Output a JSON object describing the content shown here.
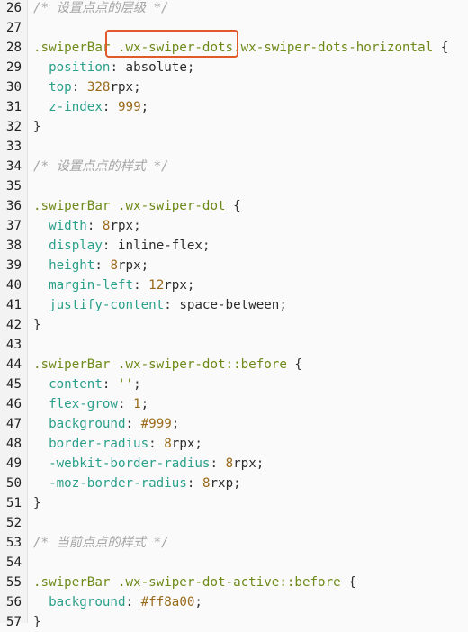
{
  "editor": {
    "lines": [
      {
        "n": "26",
        "tokens": [
          {
            "t": "/* 设置点点的层级 */",
            "k": "comment"
          }
        ]
      },
      {
        "n": "27",
        "tokens": []
      },
      {
        "n": "28",
        "tokens": [
          {
            "t": ".swiperBar ",
            "k": "sel"
          },
          {
            "t": ".wx-swiper-dots.wx-swiper-dots-horizontal",
            "k": "sel"
          },
          {
            "t": " {",
            "k": "punc"
          }
        ]
      },
      {
        "n": "29",
        "tokens": [
          {
            "t": "  ",
            "k": "punc"
          },
          {
            "t": "position",
            "k": "prop"
          },
          {
            "t": ": ",
            "k": "punc"
          },
          {
            "t": "absolute",
            "k": "val"
          },
          {
            "t": ";",
            "k": "punc"
          }
        ]
      },
      {
        "n": "30",
        "tokens": [
          {
            "t": "  ",
            "k": "punc"
          },
          {
            "t": "top",
            "k": "prop"
          },
          {
            "t": ": ",
            "k": "punc"
          },
          {
            "t": "328",
            "k": "num"
          },
          {
            "t": "rpx",
            "k": "val"
          },
          {
            "t": ";",
            "k": "punc"
          }
        ]
      },
      {
        "n": "31",
        "tokens": [
          {
            "t": "  ",
            "k": "punc"
          },
          {
            "t": "z-index",
            "k": "prop"
          },
          {
            "t": ": ",
            "k": "punc"
          },
          {
            "t": "999",
            "k": "num"
          },
          {
            "t": ";",
            "k": "punc"
          }
        ]
      },
      {
        "n": "32",
        "tokens": [
          {
            "t": "}",
            "k": "punc"
          }
        ]
      },
      {
        "n": "33",
        "tokens": []
      },
      {
        "n": "34",
        "tokens": [
          {
            "t": "/* 设置点点的样式 */",
            "k": "comment"
          }
        ]
      },
      {
        "n": "35",
        "tokens": []
      },
      {
        "n": "36",
        "tokens": [
          {
            "t": ".swiperBar .wx-swiper-dot",
            "k": "sel"
          },
          {
            "t": " {",
            "k": "punc"
          }
        ]
      },
      {
        "n": "37",
        "tokens": [
          {
            "t": "  ",
            "k": "punc"
          },
          {
            "t": "width",
            "k": "prop"
          },
          {
            "t": ": ",
            "k": "punc"
          },
          {
            "t": "8",
            "k": "num"
          },
          {
            "t": "rpx",
            "k": "val"
          },
          {
            "t": ";",
            "k": "punc"
          }
        ]
      },
      {
        "n": "38",
        "tokens": [
          {
            "t": "  ",
            "k": "punc"
          },
          {
            "t": "display",
            "k": "prop"
          },
          {
            "t": ": ",
            "k": "punc"
          },
          {
            "t": "inline-flex",
            "k": "val"
          },
          {
            "t": ";",
            "k": "punc"
          }
        ]
      },
      {
        "n": "39",
        "tokens": [
          {
            "t": "  ",
            "k": "punc"
          },
          {
            "t": "height",
            "k": "prop"
          },
          {
            "t": ": ",
            "k": "punc"
          },
          {
            "t": "8",
            "k": "num"
          },
          {
            "t": "rpx",
            "k": "val"
          },
          {
            "t": ";",
            "k": "punc"
          }
        ]
      },
      {
        "n": "40",
        "tokens": [
          {
            "t": "  ",
            "k": "punc"
          },
          {
            "t": "margin-left",
            "k": "prop"
          },
          {
            "t": ": ",
            "k": "punc"
          },
          {
            "t": "12",
            "k": "num"
          },
          {
            "t": "rpx",
            "k": "val"
          },
          {
            "t": ";",
            "k": "punc"
          }
        ]
      },
      {
        "n": "41",
        "tokens": [
          {
            "t": "  ",
            "k": "punc"
          },
          {
            "t": "justify-content",
            "k": "prop"
          },
          {
            "t": ": ",
            "k": "punc"
          },
          {
            "t": "space-between",
            "k": "val"
          },
          {
            "t": ";",
            "k": "punc"
          }
        ]
      },
      {
        "n": "42",
        "tokens": [
          {
            "t": "}",
            "k": "punc"
          }
        ]
      },
      {
        "n": "43",
        "tokens": []
      },
      {
        "n": "44",
        "tokens": [
          {
            "t": ".swiperBar .wx-swiper-dot::before",
            "k": "sel"
          },
          {
            "t": " {",
            "k": "punc"
          }
        ]
      },
      {
        "n": "45",
        "tokens": [
          {
            "t": "  ",
            "k": "punc"
          },
          {
            "t": "content",
            "k": "prop"
          },
          {
            "t": ": ",
            "k": "punc"
          },
          {
            "t": "''",
            "k": "str"
          },
          {
            "t": ";",
            "k": "punc"
          }
        ]
      },
      {
        "n": "46",
        "tokens": [
          {
            "t": "  ",
            "k": "punc"
          },
          {
            "t": "flex-grow",
            "k": "prop"
          },
          {
            "t": ": ",
            "k": "punc"
          },
          {
            "t": "1",
            "k": "num"
          },
          {
            "t": ";",
            "k": "punc"
          }
        ]
      },
      {
        "n": "47",
        "tokens": [
          {
            "t": "  ",
            "k": "punc"
          },
          {
            "t": "background",
            "k": "prop"
          },
          {
            "t": ": ",
            "k": "punc"
          },
          {
            "t": "#999",
            "k": "num"
          },
          {
            "t": ";",
            "k": "punc"
          }
        ]
      },
      {
        "n": "48",
        "tokens": [
          {
            "t": "  ",
            "k": "punc"
          },
          {
            "t": "border-radius",
            "k": "prop"
          },
          {
            "t": ": ",
            "k": "punc"
          },
          {
            "t": "8",
            "k": "num"
          },
          {
            "t": "rpx",
            "k": "val"
          },
          {
            "t": ";",
            "k": "punc"
          }
        ]
      },
      {
        "n": "49",
        "tokens": [
          {
            "t": "  ",
            "k": "punc"
          },
          {
            "t": "-webkit-border-radius",
            "k": "prop"
          },
          {
            "t": ": ",
            "k": "punc"
          },
          {
            "t": "8",
            "k": "num"
          },
          {
            "t": "rpx",
            "k": "val"
          },
          {
            "t": ";",
            "k": "punc"
          }
        ]
      },
      {
        "n": "50",
        "tokens": [
          {
            "t": "  ",
            "k": "punc"
          },
          {
            "t": "-moz-border-radius",
            "k": "prop"
          },
          {
            "t": ": ",
            "k": "punc"
          },
          {
            "t": "8",
            "k": "num"
          },
          {
            "t": "rxp",
            "k": "val"
          },
          {
            "t": ";",
            "k": "punc"
          }
        ]
      },
      {
        "n": "51",
        "tokens": [
          {
            "t": "}",
            "k": "punc"
          }
        ]
      },
      {
        "n": "52",
        "tokens": []
      },
      {
        "n": "53",
        "tokens": [
          {
            "t": "/* 当前点点的样式 */",
            "k": "comment"
          }
        ]
      },
      {
        "n": "54",
        "tokens": []
      },
      {
        "n": "55",
        "tokens": [
          {
            "t": ".swiperBar .wx-swiper-dot-active::before",
            "k": "sel"
          },
          {
            "t": " {",
            "k": "punc"
          }
        ]
      },
      {
        "n": "56",
        "tokens": [
          {
            "t": "  ",
            "k": "punc"
          },
          {
            "t": "background",
            "k": "prop"
          },
          {
            "t": ": ",
            "k": "punc"
          },
          {
            "t": "#ff8a00",
            "k": "num"
          },
          {
            "t": ";",
            "k": "punc"
          }
        ]
      },
      {
        "n": "57",
        "tokens": [
          {
            "t": "}",
            "k": "punc"
          }
        ]
      }
    ]
  },
  "colors": {
    "highlight_border": "#e15a2a",
    "selector": "#6d8a18",
    "property": "#2a9f8a",
    "comment": "#a5a5a5",
    "number": "#9a6a1a"
  }
}
